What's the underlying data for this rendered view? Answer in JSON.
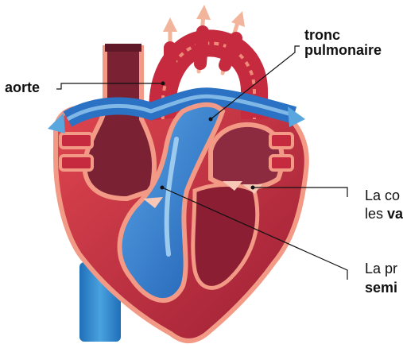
{
  "labels": {
    "aorte": "aorte",
    "tronc_line1": "tronc",
    "tronc_line2": "pulmonaire",
    "callout1_line1": "La co",
    "callout1_line2_prefix": "les ",
    "callout1_line2_bold": "va",
    "callout2_line1": "La pr",
    "callout2_line2": "semi"
  },
  "colors": {
    "red_dark": "#a8213a",
    "red_mid": "#d9394a",
    "red_light": "#ef8a78",
    "salmon": "#f4a690",
    "maroon": "#7a2134",
    "blue_dark": "#1f5fb3",
    "blue_mid": "#3c87d6",
    "blue_light": "#9cc9ee",
    "arrow_blue": "#5aa7e0",
    "arrow_salmon": "#f3b49c",
    "line": "#111111"
  }
}
